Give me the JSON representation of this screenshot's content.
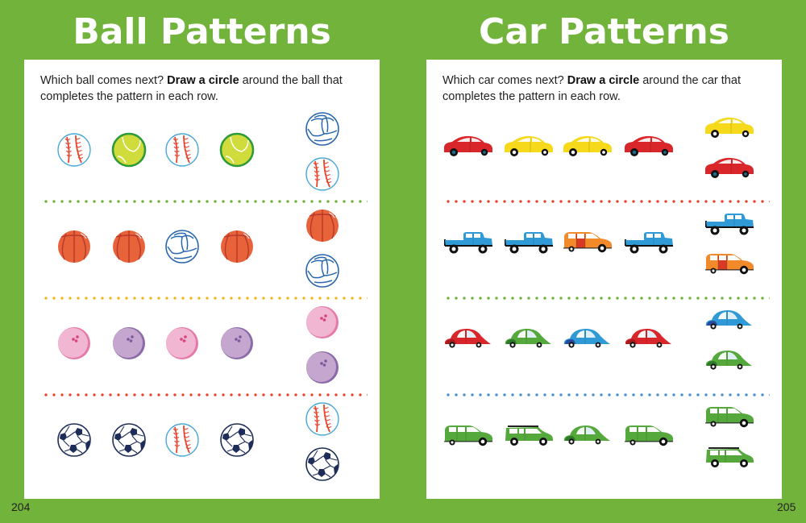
{
  "left_page": {
    "title": "Ball Patterns",
    "instruction_pre": "Which ball comes next? ",
    "instruction_bold": "Draw a circle",
    "instruction_post": " around the ball that completes the pattern in each row.",
    "page_number": "204",
    "rows": [
      {
        "sequence": [
          "baseball",
          "tennis-ball",
          "baseball",
          "tennis-ball"
        ],
        "choices": [
          "volleyball",
          "baseball"
        ],
        "divider_color": "#6fb23a"
      },
      {
        "sequence": [
          "basketball",
          "basketball",
          "volleyball",
          "basketball"
        ],
        "choices": [
          "basketball",
          "volleyball"
        ],
        "divider_color": "#f2b41b"
      },
      {
        "sequence": [
          "bowling-ball-pink",
          "bowling-ball-purple",
          "bowling-ball-pink",
          "bowling-ball-purple"
        ],
        "choices": [
          "bowling-ball-pink",
          "bowling-ball-purple"
        ],
        "divider_color": "#e8452f"
      },
      {
        "sequence": [
          "soccer-ball",
          "soccer-ball",
          "baseball",
          "soccer-ball"
        ],
        "choices": [
          "baseball",
          "soccer-ball"
        ],
        "divider_color": null
      }
    ]
  },
  "right_page": {
    "title": "Car Patterns",
    "instruction_pre": "Which car comes next? ",
    "instruction_bold": "Draw a circle",
    "instruction_post": " around the car that completes the pattern in each row.",
    "page_number": "205",
    "rows": [
      {
        "sequence": [
          "red-sedan",
          "yellow-sedan",
          "yellow-sedan",
          "red-sedan"
        ],
        "choices": [
          "yellow-sedan",
          "red-sedan"
        ],
        "divider_color": "#e8452f"
      },
      {
        "sequence": [
          "blue-pickup",
          "blue-pickup",
          "orange-hatchback",
          "blue-pickup"
        ],
        "choices": [
          "blue-pickup",
          "orange-hatchback"
        ],
        "divider_color": "#6fb23a"
      },
      {
        "sequence": [
          "red-beetle",
          "green-beetle",
          "blue-beetle",
          "red-beetle"
        ],
        "choices": [
          "blue-beetle",
          "green-beetle"
        ],
        "divider_color": "#4a90d0"
      },
      {
        "sequence": [
          "green-hatchback",
          "green-wagon",
          "green-beetle",
          "green-hatchback"
        ],
        "choices": [
          "green-hatchback",
          "green-wagon"
        ],
        "divider_color": null
      }
    ]
  },
  "colors": {
    "background_green": "#72b33c",
    "baseball_stitch": "#e8452f",
    "baseball_outline": "#4aa8d8",
    "tennis_fill": "#cfdc3c",
    "tennis_outline": "#2e9a3a",
    "volleyball_stroke": "#2a66b0",
    "basketball_fill": "#e8623a",
    "basketball_line": "#b8382a",
    "bowling_pink": "#f0b6d2",
    "bowling_pink_edge": "#e57aa8",
    "bowling_purple": "#c4a6cf",
    "bowling_purple_edge": "#8a6aa8",
    "soccer_dark": "#1e2d58",
    "car_red": "#d9262a",
    "car_yellow": "#f5d91a",
    "car_blue": "#2f9ad6",
    "car_orange": "#f28a2a",
    "car_green": "#55a83c"
  }
}
